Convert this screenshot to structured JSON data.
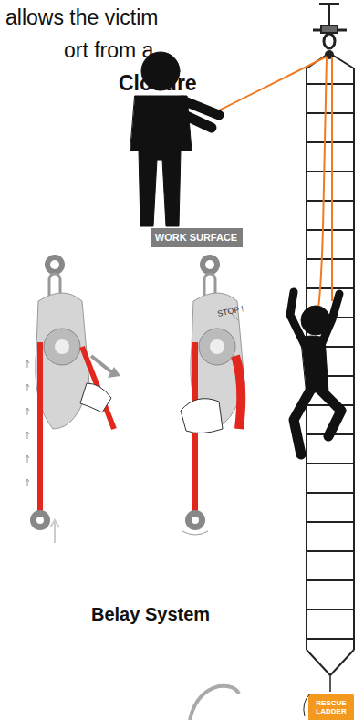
{
  "diagram": {
    "nodes": [
      {
        "text": [
          "WORK SURFACE"
        ]
      },
      {
        "text": [
          "RESCUE LADDER"
        ]
      }
    ],
    "labels": [
      "allows the victim",
      "ort from a",
      "Closure",
      "STOP !",
      "Belay System"
    ]
  }
}
